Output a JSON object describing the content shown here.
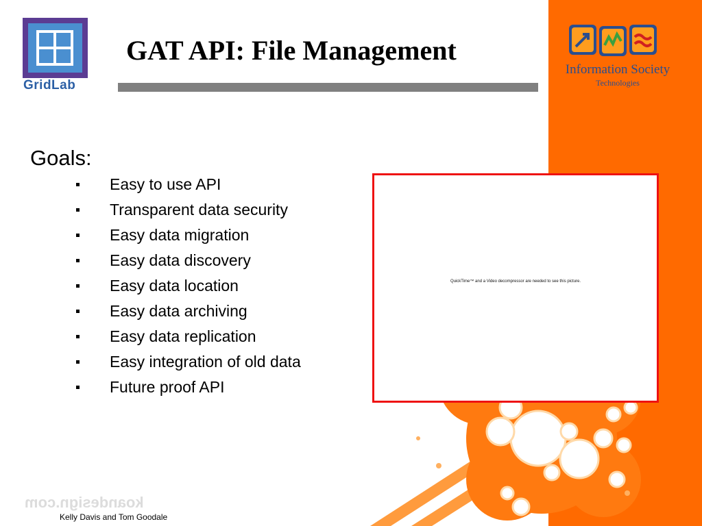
{
  "header": {
    "title": "GAT API: File Management"
  },
  "logos": {
    "gridlab": "GridLab",
    "ist_name": "Information Society",
    "ist_sub": "Technologies"
  },
  "content": {
    "heading": "Goals:",
    "goals": [
      "Easy to use API",
      "Transparent data security",
      "Easy data migration",
      "Easy data discovery",
      "Easy data location",
      "Easy data archiving",
      "Easy data replication",
      "Easy integration of old data",
      "Future proof API"
    ]
  },
  "media": {
    "placeholder_text": "QuickTime™ and a Video decompressor are needed to see this picture."
  },
  "footer": {
    "authors": "Kelly Davis and Tom Goodale",
    "watermark": "koandesign.com"
  },
  "colors": {
    "accent_orange": "#ff6a00",
    "media_border": "#ee1111",
    "rule_gray": "#808080",
    "gridlab_blue": "#2b5fa5"
  }
}
